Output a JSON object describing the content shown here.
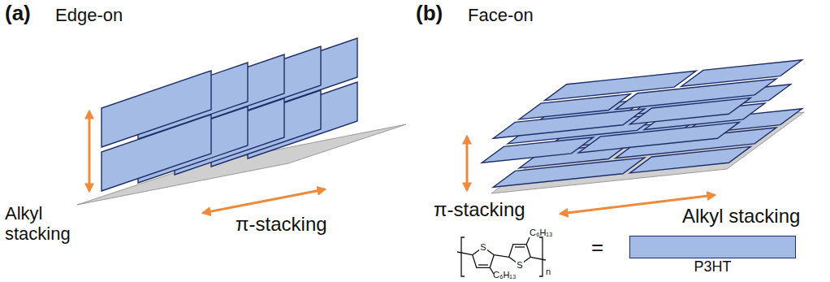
{
  "diagram": {
    "nodes": [
      {
        "text": [
          "P3HT"
        ]
      }
    ],
    "labels": [
      "(a)",
      "Edge-on",
      "Alkyl stacking",
      "π-stacking",
      "(b)",
      "Face-on",
      "π-stacking",
      "Alkyl stacking",
      "S",
      "S",
      "C₆H₁₃",
      "C₆H₁₃",
      "n",
      "="
    ]
  }
}
